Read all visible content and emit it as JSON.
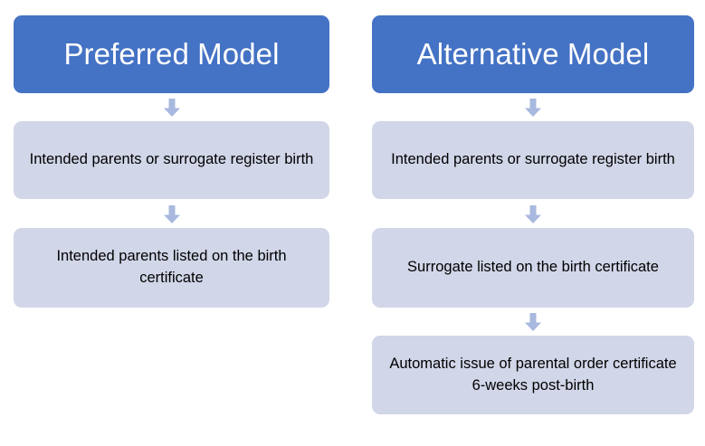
{
  "diagram": {
    "title_left": "Preferred Model",
    "title_right": "Alternative Model",
    "colors": {
      "header_fill": "#4472C4",
      "header_text": "#FFFFFF",
      "step_fill": "#D1D6E8",
      "step_text": "#000000",
      "arrow_fill": "#A8B8DE",
      "background": "#FFFFFF"
    },
    "columns": [
      {
        "id": "preferred-model",
        "header": "Preferred Model",
        "steps": [
          "Intended parents or surrogate register birth",
          "Intended parents listed on the birth certificate"
        ],
        "arrows": [
          "down-arrow-icon",
          "down-arrow-icon"
        ]
      },
      {
        "id": "alternative-model",
        "header": "Alternative Model",
        "steps": [
          "Intended parents or surrogate register birth",
          "Surrogate listed on the birth certificate",
          "Automatic issue of parental order certificate 6-weeks post-birth"
        ],
        "arrows": [
          "down-arrow-icon",
          "down-arrow-icon",
          "down-arrow-icon"
        ]
      }
    ]
  }
}
